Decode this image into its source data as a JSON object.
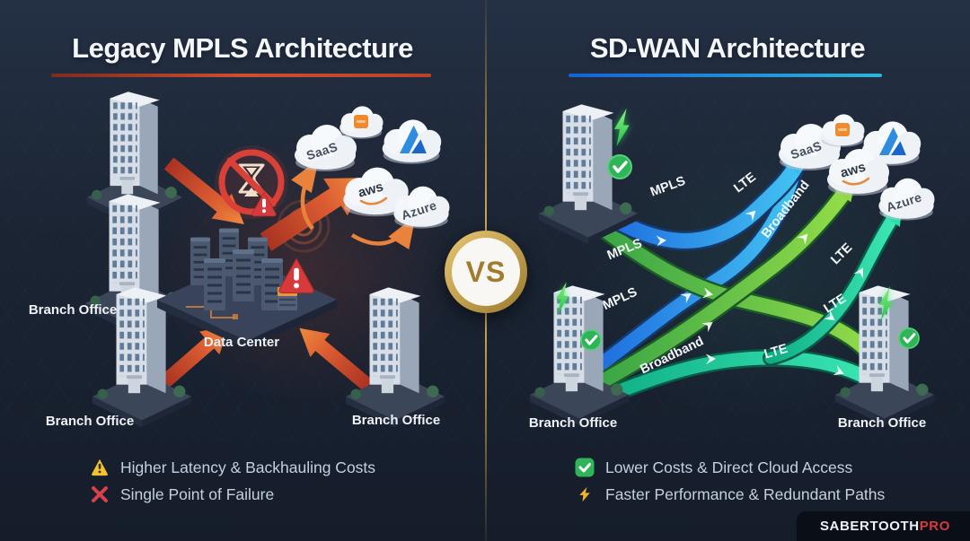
{
  "page": {
    "background_top": "#243044",
    "background_bottom": "#151d2b"
  },
  "divider": {
    "color": "#c9a24b"
  },
  "vs_badge": {
    "label": "VS",
    "ring_color": "#c9a24b",
    "text_color": "#a27c2e"
  },
  "brand": {
    "name": "SABERTOOTH",
    "suffix": "PRO",
    "suffix_color": "#d93a3c"
  },
  "labels": {
    "branch_office": "Branch Office",
    "data_center": "Data Center"
  },
  "clouds": {
    "saas": "SaaS",
    "aws": "aws",
    "azure": "Azure"
  },
  "left_panel": {
    "title": "Legacy MPLS Architecture",
    "accent_color": "#c64a2e",
    "arrow_color": "#e0663a",
    "cons": [
      {
        "icon": "warning-triangle",
        "color": "#f2c230",
        "text": "Higher Latency & Backhauling Costs"
      },
      {
        "icon": "red-x",
        "color": "#d8414b",
        "text": "Single Point of Failure"
      }
    ]
  },
  "right_panel": {
    "title": "SD-WAN Architecture",
    "accent_start": "#1462d6",
    "accent_end": "#2bb5d8",
    "path_colors": {
      "blue": "#2a7de9",
      "green": "#63c943",
      "teal": "#1fc795"
    },
    "path_labels": [
      "MPLS",
      "LTE",
      "Broadband",
      "MPLS",
      "MPLS",
      "Broadband",
      "LTE",
      "LTE",
      "LTE"
    ],
    "pros": [
      {
        "icon": "green-check",
        "color": "#2fb457",
        "text": "Lower Costs & Direct Cloud Access"
      },
      {
        "icon": "lightning-bolt",
        "color": "#f2b32b",
        "text": "Faster Performance & Redundant Paths"
      }
    ]
  }
}
